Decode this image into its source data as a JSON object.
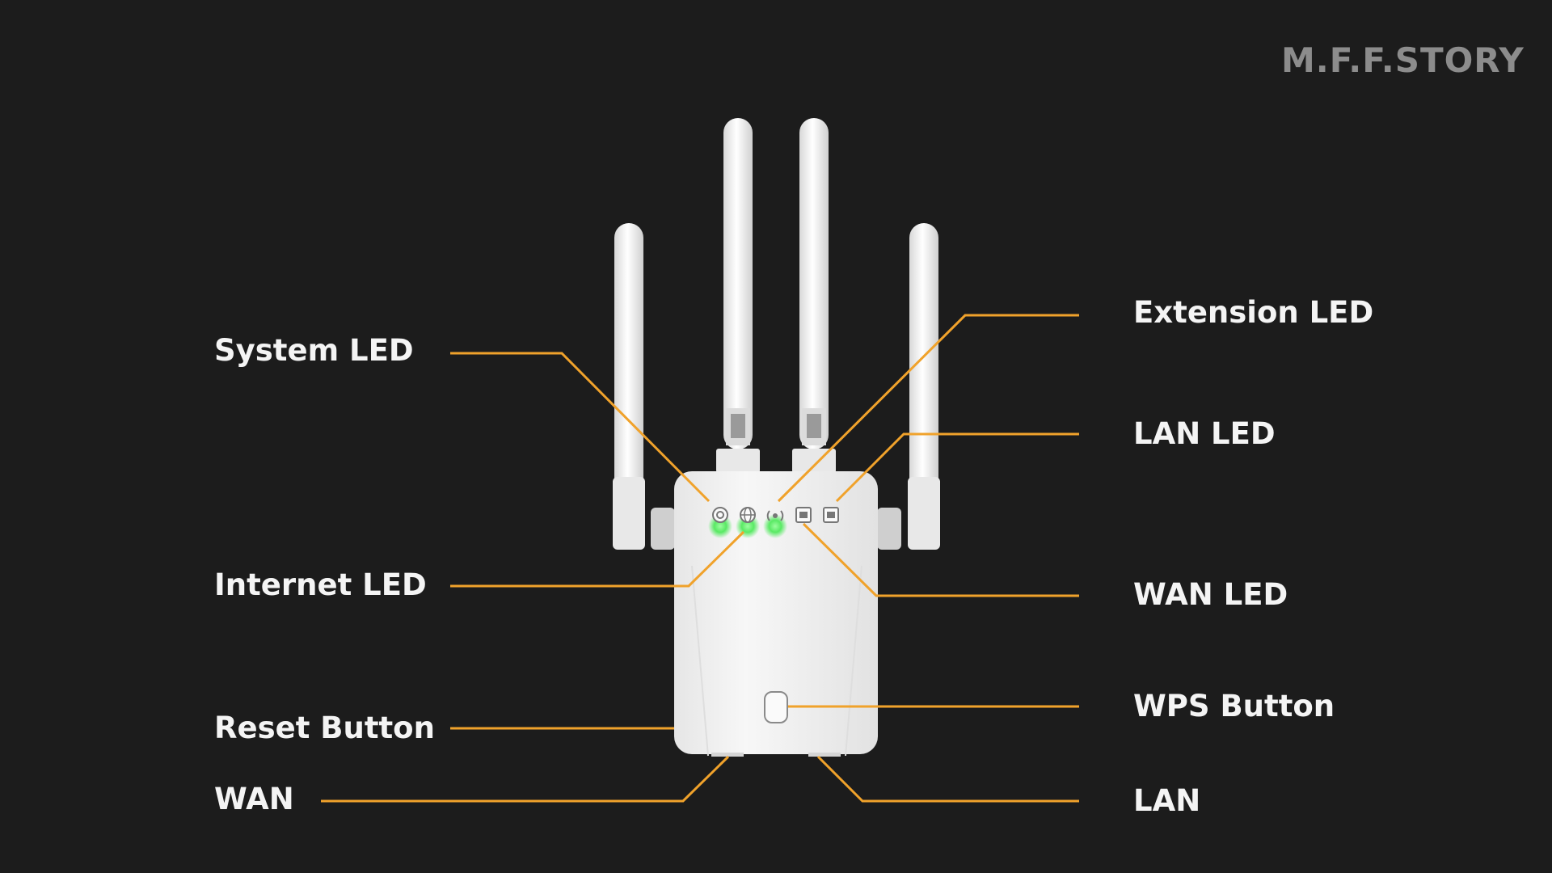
{
  "brand": {
    "logo_text": "M.F.F.STORY"
  },
  "colors": {
    "background": "#1c1c1c",
    "callout_line": "#f0a22b",
    "label_text": "#f4f4f4",
    "device_body": "#f3f3f3",
    "led_on": "#3ee84b"
  },
  "labels": {
    "system_led": "System LED",
    "internet_led": "Internet LED",
    "reset_button": "Reset Button",
    "wan": "WAN",
    "extension_led": "Extension LED",
    "lan_led": "LAN LED",
    "wan_led": "WAN LED",
    "wps_button": "WPS Button",
    "lan": "LAN"
  },
  "indicators": [
    {
      "icon": "power-icon",
      "lit": true
    },
    {
      "icon": "globe-icon",
      "lit": true
    },
    {
      "icon": "wifi-signal-icon",
      "lit": true
    },
    {
      "icon": "ethernet-port-icon",
      "lit": false
    },
    {
      "icon": "ethernet-port-icon",
      "lit": false
    }
  ]
}
